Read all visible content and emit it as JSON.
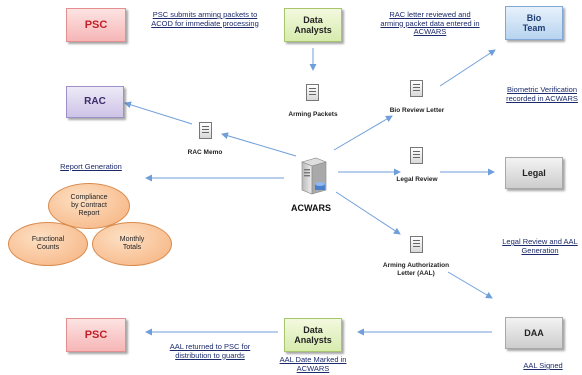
{
  "nodes": {
    "psc_top": "PSC",
    "data_analysts_top": "Data\nAnalysts",
    "bio_team": "Bio\nTeam",
    "rac": "RAC",
    "legal": "Legal",
    "psc_bottom": "PSC",
    "data_analysts_bottom": "Data\nAnalysts",
    "daa": "DAA",
    "acwars": "ACWARS"
  },
  "documents": {
    "arming_packets": "Arming Packets",
    "bio_review_letter": "Bio Review Letter",
    "rac_memo": "RAC Memo",
    "legal_review": "Legal Review",
    "aal_letter": "Arming Authorization\nLetter (AAL)"
  },
  "notes": {
    "psc_submits": "PSC submits arming packets to\nACOD for immediate processing",
    "rac_letter": "RAC letter reviewed and\narming packet data entered in\nACWARS",
    "biometric": "Biometric Verification\nrecorded in ACWARS",
    "report_generation": "Report Generation",
    "legal_review_gen": "Legal Review and AAL\nGeneration",
    "aal_returned": "AAL returned to PSC for\ndistribution to guards",
    "aal_date": "AAL Date Marked in\nACWARS",
    "aal_signed": "AAL Signed"
  },
  "reports": {
    "compliance": "Compliance\nby Contract\nReport",
    "functional": "Functional\nCounts",
    "monthly": "Monthly\nTotals"
  },
  "colors": {
    "arrow": "#6f9fd8",
    "red_text": "#c0202a",
    "note_text": "#1c2a6b"
  },
  "icons": [
    "server-icon",
    "document-icon"
  ]
}
